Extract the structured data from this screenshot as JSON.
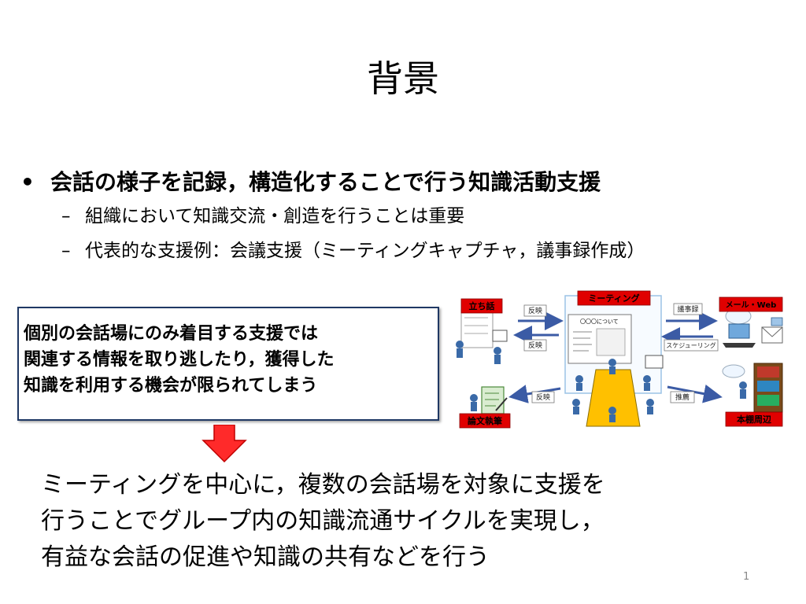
{
  "title": "背景",
  "bullets": {
    "main": "会話の様子を記録，構造化することで行う知識活動支援",
    "sub": [
      "組織において知識交流・創造を行うことは重要",
      "代表的な支援例：会議支援（ミーティングキャプチャ，議事録作成）"
    ],
    "bullet_symbol": "•",
    "dash_symbol": "–"
  },
  "callout": {
    "lines": [
      "個別の会話場にのみ着目する支援では",
      "関連する情報を取り逃したり，獲得した",
      "知識を利用する機会が限られてしまう"
    ]
  },
  "diagram": {
    "labels": {
      "standing_talk": "立ち話",
      "meeting": "ミーティング",
      "mail_web": "メール・Web",
      "paper_writing": "論文執筆",
      "bookshelf": "本棚周辺"
    },
    "arrows": {
      "reflect_1": "反映",
      "reflect_2": "反映",
      "reflect_3": "反映",
      "minutes": "議事録",
      "scheduling": "スケジューリング",
      "recommend": "推薦"
    },
    "document_heading": "〇〇〇について"
  },
  "conclusion": {
    "lines": [
      "ミーティングを中心に，複数の会話場を対象に支援を",
      "行うことでグループ内の知識流通サイクルを実現し，",
      "有益な会話の促進や知識の共有などを行う"
    ]
  },
  "page_number": "1",
  "colors": {
    "label_red": "#e00000",
    "arrow_blue": "#3b5ba5",
    "callout_border": "#1f3864",
    "down_arrow": "#ff2a2a",
    "table_yellow": "#ffc000",
    "person_blue": "#3a6aa8"
  }
}
